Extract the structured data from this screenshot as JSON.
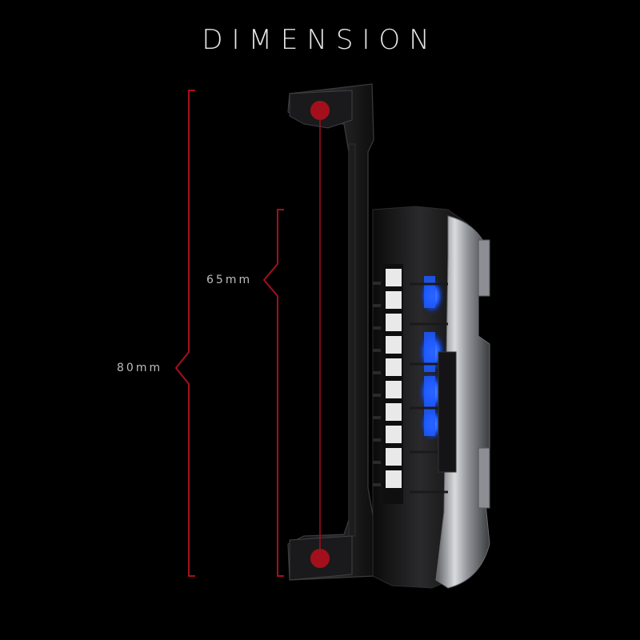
{
  "title": "DIMENSION",
  "dimensions": [
    {
      "id": "inner",
      "label": "65mm"
    },
    {
      "id": "outer",
      "label": "80mm"
    }
  ],
  "colors": {
    "background": "#000000",
    "accent_red": "#a3101c",
    "glow_blue": "#1e5bff",
    "body_dark": "#151515",
    "shell_silver": "#c9cbcf"
  }
}
